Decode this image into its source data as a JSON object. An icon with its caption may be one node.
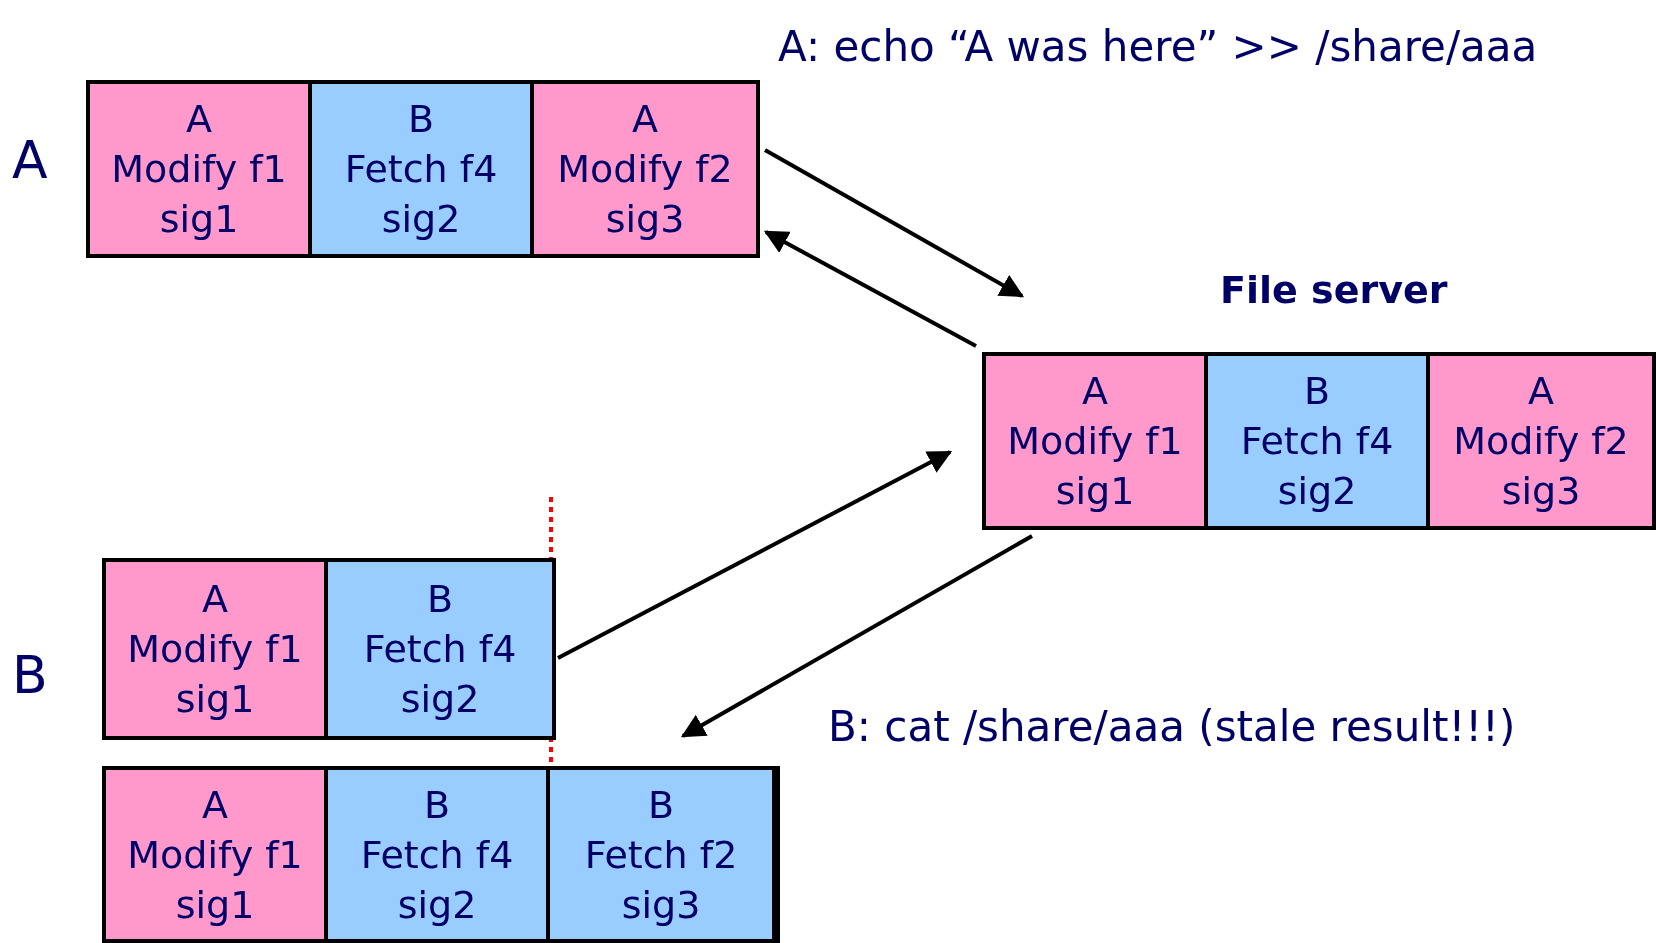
{
  "diagram": {
    "nodes": [
      {
        "text": [
          "A"
        ]
      },
      {
        "text": [
          "A",
          "Modify f1",
          "sig1"
        ],
        "in": 0
      },
      {
        "text": [
          "B",
          "Fetch f4",
          "sig2"
        ],
        "in": 0
      },
      {
        "text": [
          "A",
          "Modify f2",
          "sig3"
        ],
        "in": 0
      },
      {
        "text": [
          "File server"
        ]
      },
      {
        "text": [
          "A",
          "Modify f1",
          "sig1"
        ],
        "in": 4
      },
      {
        "text": [
          "B",
          "Fetch f4",
          "sig2"
        ],
        "in": 4
      },
      {
        "text": [
          "A",
          "Modify f2",
          "sig3"
        ],
        "in": 4
      },
      {
        "text": [
          "B"
        ]
      },
      {
        "text": [],
        "shape": "box",
        "in": 8
      },
      {
        "text": [
          "A",
          "Modify f1",
          "sig1"
        ],
        "in": 9
      },
      {
        "text": [
          "B",
          "Fetch f4",
          "sig2"
        ],
        "in": 9
      },
      {
        "text": [],
        "shape": "box",
        "in": 8
      },
      {
        "text": [
          "A",
          "Modify f1",
          "sig1"
        ],
        "in": 12
      },
      {
        "text": [
          "B",
          "Fetch f4",
          "sig2"
        ],
        "in": 12
      },
      {
        "text": [
          "B",
          "Fetch f2",
          "sig3"
        ],
        "in": 12
      }
    ],
    "edges": [
      {
        "from": 0,
        "to": 4,
        "arrow": "to"
      },
      {
        "from": 4,
        "to": 0,
        "arrow": "to"
      },
      {
        "from": 9,
        "to": 4,
        "arrow": "to"
      },
      {
        "from": 4,
        "to": 12,
        "arrow": "to"
      }
    ],
    "labels": [
      "A: echo “A was here” >> /share/aaa",
      "B: cat /share/aaa  (stale result!!!)"
    ]
  }
}
